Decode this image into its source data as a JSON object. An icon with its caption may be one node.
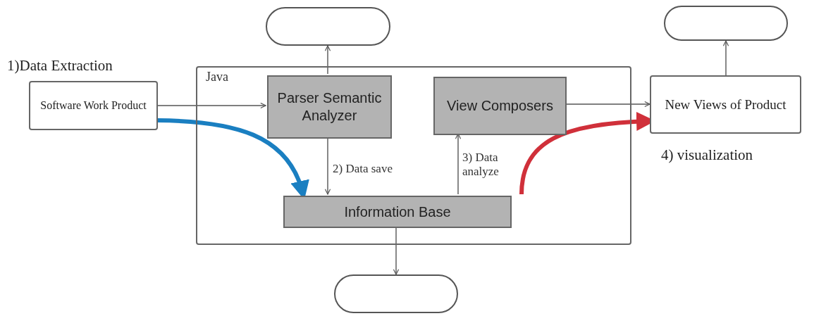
{
  "diagram": {
    "nodes": [
      {
        "text": [
          "Java"
        ]
      },
      {
        "text": [
          "Parser Semantic Analyzer"
        ],
        "in": 0
      },
      {
        "text": [
          "View Composers"
        ],
        "in": 0
      },
      {
        "text": [
          "Information Base"
        ],
        "in": 0
      },
      {
        "text": [
          "Software Work Product"
        ],
        "beside": [
          "1)Data Extraction"
        ]
      },
      {
        "text": [
          "New Views of Product"
        ],
        "beside": [
          "4) visualization"
        ]
      },
      {
        "text": [],
        "shape": "box"
      },
      {
        "text": [],
        "shape": "box"
      },
      {
        "text": [],
        "shape": "box"
      }
    ],
    "edges": [
      {
        "from": 4,
        "to": 1,
        "arrow": "to"
      },
      {
        "from": 1,
        "to": 6,
        "arrow": "to"
      },
      {
        "from": 1,
        "to": 3,
        "arrow": "to",
        "label": "2) Data save"
      },
      {
        "from": 3,
        "to": 2,
        "arrow": "to",
        "label": "3) Data analyze"
      },
      {
        "from": 2,
        "to": 5,
        "arrow": "to"
      },
      {
        "from": 5,
        "to": 7,
        "arrow": "to"
      },
      {
        "from": 3,
        "to": 8,
        "arrow": "to"
      },
      {
        "from": 4,
        "to": 3,
        "arrow": "to",
        "style": "thick",
        "color": "#1a7fc1"
      },
      {
        "from": 3,
        "to": 5,
        "arrow": "to",
        "style": "thick",
        "color": "#d0303a"
      }
    ]
  }
}
